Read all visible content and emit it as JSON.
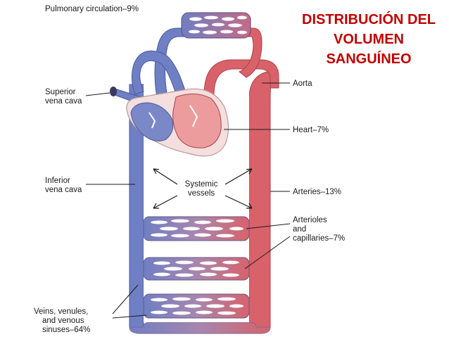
{
  "title": {
    "line1": "DISTRIBUCIÓN DEL",
    "line2": "VOLUMEN",
    "line3": "SANGUÍNEO"
  },
  "labels": {
    "pulmonary": "Pulmonary circulation–9%",
    "svc_1": "Superior",
    "svc_2": "vena cava",
    "ivc_1": "Inferior",
    "ivc_2": "vena cava",
    "systemic_1": "Systemic",
    "systemic_2": "vessels",
    "aorta": "Aorta",
    "heart": "Heart–7%",
    "arteries": "Arteries–13%",
    "arterioles_1": "Arterioles",
    "arterioles_2": "and",
    "arterioles_3": "capillaries–7%",
    "veins_1": "Veins, venules,",
    "veins_2": "and venous",
    "veins_3": "sinuses–64%"
  },
  "colors": {
    "vein_blue": "#6f7fc4",
    "artery_red": "#d9626a",
    "heart_fill": "#f4dede",
    "title_red": "#c00000"
  }
}
